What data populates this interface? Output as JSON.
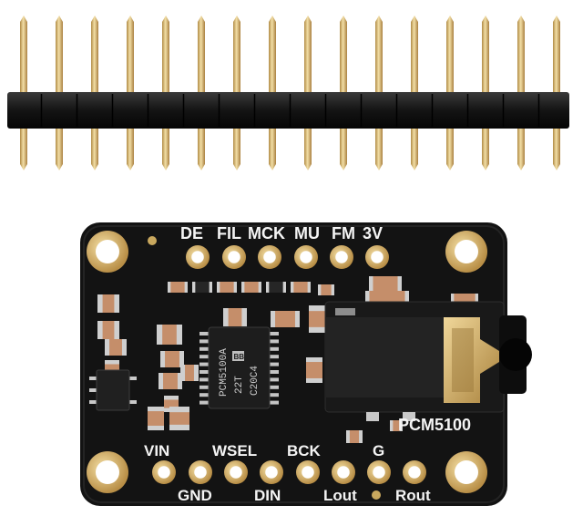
{
  "header": {
    "pin_count": 16
  },
  "board": {
    "top_labels": [
      "DE",
      "FIL",
      "MCK",
      "MU",
      "FM",
      "3V"
    ],
    "bottom_upper_labels": [
      "VIN",
      "WSEL",
      "BCK",
      "G"
    ],
    "bottom_lower_labels": [
      "GND",
      "DIN",
      "Lout",
      "Rout"
    ],
    "chip_lines": [
      "PCM5100A",
      "22T",
      "C20C4"
    ],
    "chip_brand": "BB",
    "side_label": "PCM5100",
    "colors": {
      "pcb": "#131313",
      "gold": "#d6b46a",
      "plastic": "#1c1c1c",
      "silkscreen": "#f4f4f4"
    }
  }
}
